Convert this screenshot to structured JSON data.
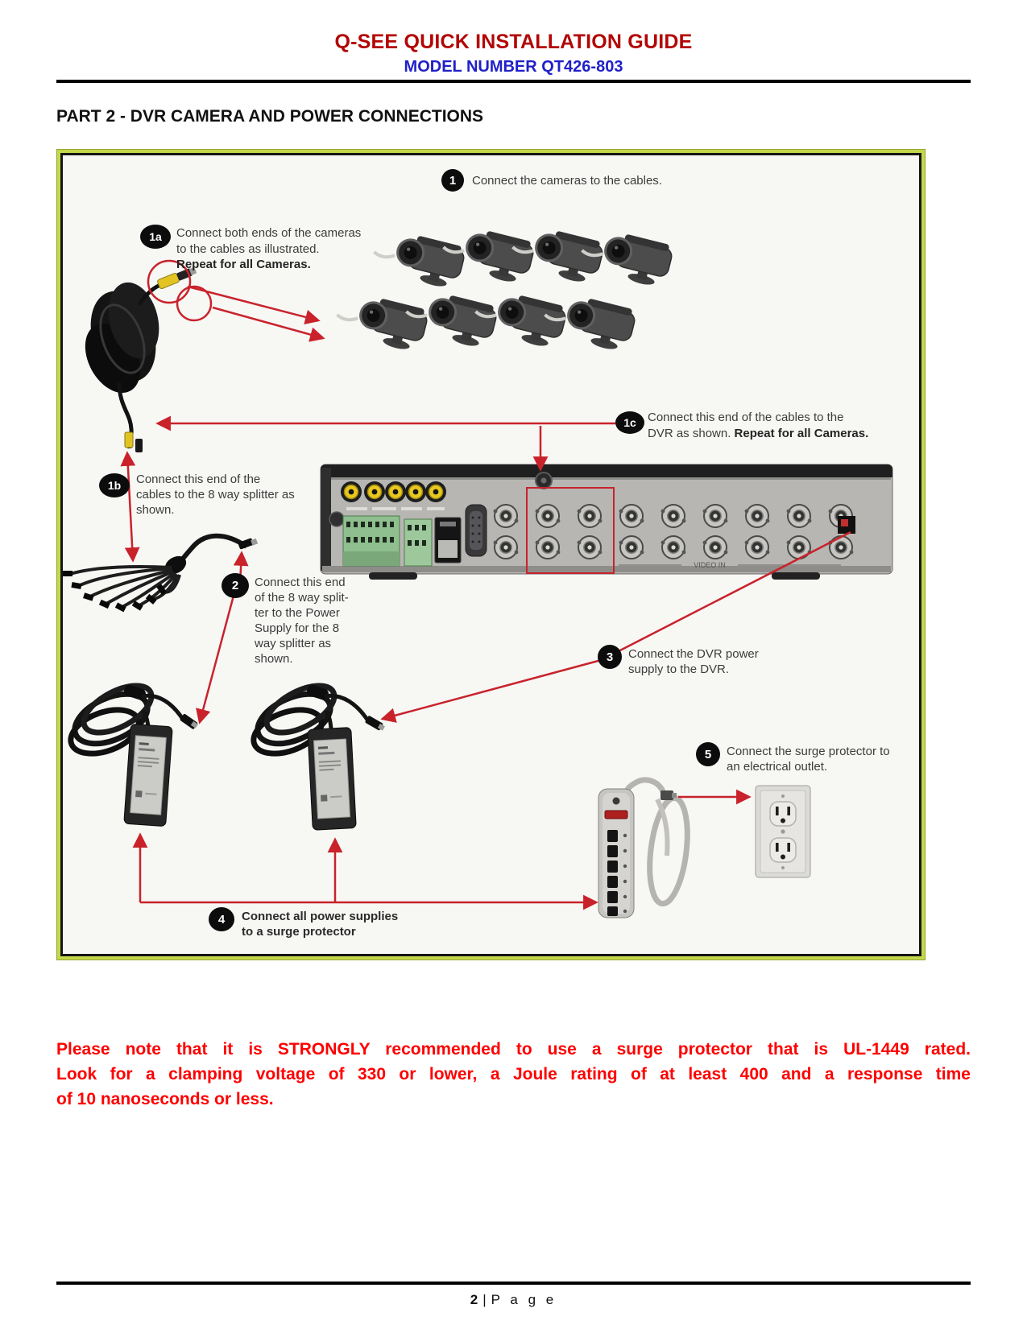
{
  "header": {
    "title": "Q-SEE QUICK INSTALLATION GUIDE",
    "model": "MODEL NUMBER QT426-803"
  },
  "section_title": "PART 2 - DVR CAMERA AND POWER CONNECTIONS",
  "steps": {
    "s1": {
      "badge": "1",
      "l1": "Connect the cameras to the cables."
    },
    "s1a": {
      "badge": "1a",
      "l1": "Connect both ends of the cameras",
      "l2": "to the cables as illustrated.",
      "l3": "Repeat for all Cameras."
    },
    "s1b": {
      "badge": "1b",
      "l1": "Connect this end of the",
      "l2": "cables to the 8 way splitter as",
      "l3": "shown."
    },
    "s1c": {
      "badge": "1c",
      "l1": "Connect this end of the cables to the",
      "l2": "DVR as shown. ",
      "l2b": "Repeat for all Cameras."
    },
    "s2": {
      "badge": "2",
      "l1": "Connect this end",
      "l2": "of the 8 way split-",
      "l3": "ter to the Power",
      "l4": "Supply for the 8",
      "l5": "way splitter as",
      "l6": "shown."
    },
    "s3": {
      "badge": "3",
      "l1": "Connect the DVR power",
      "l2": "supply to the DVR."
    },
    "s4": {
      "badge": "4",
      "l1": "Connect all power supplies",
      "l2": "to a surge protector"
    },
    "s5": {
      "badge": "5",
      "l1": "Connect the surge protector to",
      "l2": "an electrical outlet."
    }
  },
  "dvr": {
    "video_in_label": "VIDEO IN"
  },
  "note": {
    "l1": "Please note that it is STRONGLY recommended to use a surge protector that is UL-1449 rated.",
    "l2": "Look for a clamping voltage of 330 or lower, a Joule rating of at least 400 and a response time",
    "l3": "of 10 nanoseconds or less."
  },
  "footer": {
    "page_number": "2",
    "separator": "|",
    "page_label": "P a g e"
  },
  "colors": {
    "header_red": "#b30505",
    "model_blue": "#2020c8",
    "note_red": "#fe0000",
    "annotation_red": "#c9222b",
    "border_green": "#c4d84a"
  }
}
